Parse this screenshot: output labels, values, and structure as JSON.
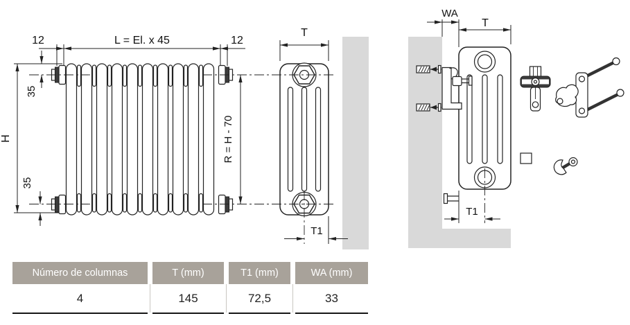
{
  "diagram": {
    "front_view": {
      "offset_left": "12",
      "length_formula": "L = El. x 45",
      "offset_right": "12",
      "height_label": "H",
      "hub_inset_top": "35",
      "hub_inset_bottom": "35"
    },
    "side_view": {
      "depth_label": "T",
      "hub_distance_formula": "R = H - 70",
      "half_depth_label": "T1"
    },
    "wall_view": {
      "wall_clearance_label": "WA",
      "depth_label": "T",
      "half_depth_label": "T1"
    }
  },
  "table": {
    "columns": [
      {
        "header": "Número de columnas",
        "value": "4"
      },
      {
        "header": "T (mm)",
        "value": "145"
      },
      {
        "header": "T1 (mm)",
        "value": "72,5"
      },
      {
        "header": "WA (mm)",
        "value": "33"
      }
    ]
  },
  "colors": {
    "line": "#222222",
    "wall_fill": "#d9d9d9",
    "hardware_dark": "#3c3c3c",
    "table_header_bg": "#a8a29a",
    "table_header_text": "#ffffff",
    "table_value_text": "#222222",
    "table_border": "#151515"
  }
}
